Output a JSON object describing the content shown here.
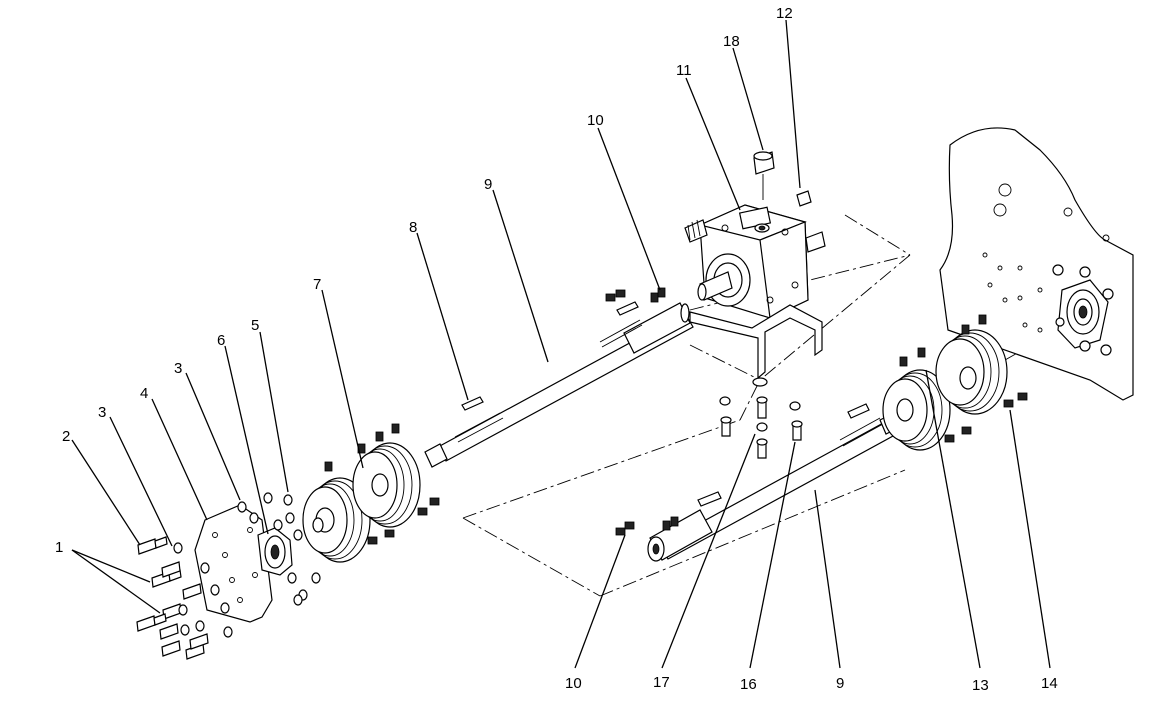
{
  "diagram": {
    "callouts": [
      {
        "id": "c1",
        "text": "1"
      },
      {
        "id": "c2",
        "text": "2"
      },
      {
        "id": "c3a",
        "text": "3"
      },
      {
        "id": "c3b",
        "text": "3"
      },
      {
        "id": "c4",
        "text": "4"
      },
      {
        "id": "c5",
        "text": "5"
      },
      {
        "id": "c6",
        "text": "6"
      },
      {
        "id": "c7",
        "text": "7"
      },
      {
        "id": "c8",
        "text": "8"
      },
      {
        "id": "c9a",
        "text": "9"
      },
      {
        "id": "c9b",
        "text": "9"
      },
      {
        "id": "c10a",
        "text": "10"
      },
      {
        "id": "c10b",
        "text": "10"
      },
      {
        "id": "c11",
        "text": "11"
      },
      {
        "id": "c12",
        "text": "12"
      },
      {
        "id": "c13",
        "text": "13"
      },
      {
        "id": "c14",
        "text": "14"
      },
      {
        "id": "c16",
        "text": "16"
      },
      {
        "id": "c17",
        "text": "17"
      },
      {
        "id": "c18",
        "text": "18"
      }
    ]
  }
}
